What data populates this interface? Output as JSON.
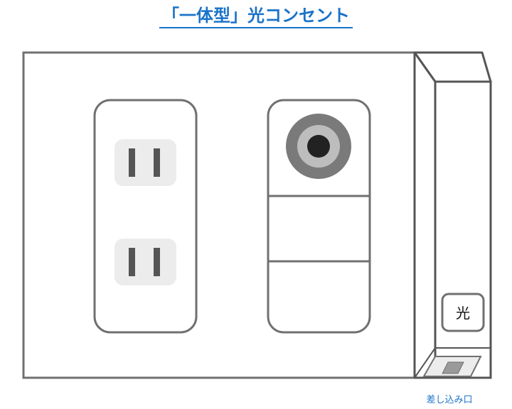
{
  "title": "「一体型」光コンセント",
  "optical_badge": "光",
  "insertion_label": "差し込み口",
  "colors": {
    "accent": "#1a73c9",
    "outline": "#707070",
    "socket_bg": "#ececec",
    "ring_outer": "#7a7a7a",
    "ring_inner": "#bdbdbd",
    "port_core": "#222222"
  },
  "outlets": [
    {
      "name": "upper-power-socket"
    },
    {
      "name": "lower-power-socket"
    }
  ]
}
